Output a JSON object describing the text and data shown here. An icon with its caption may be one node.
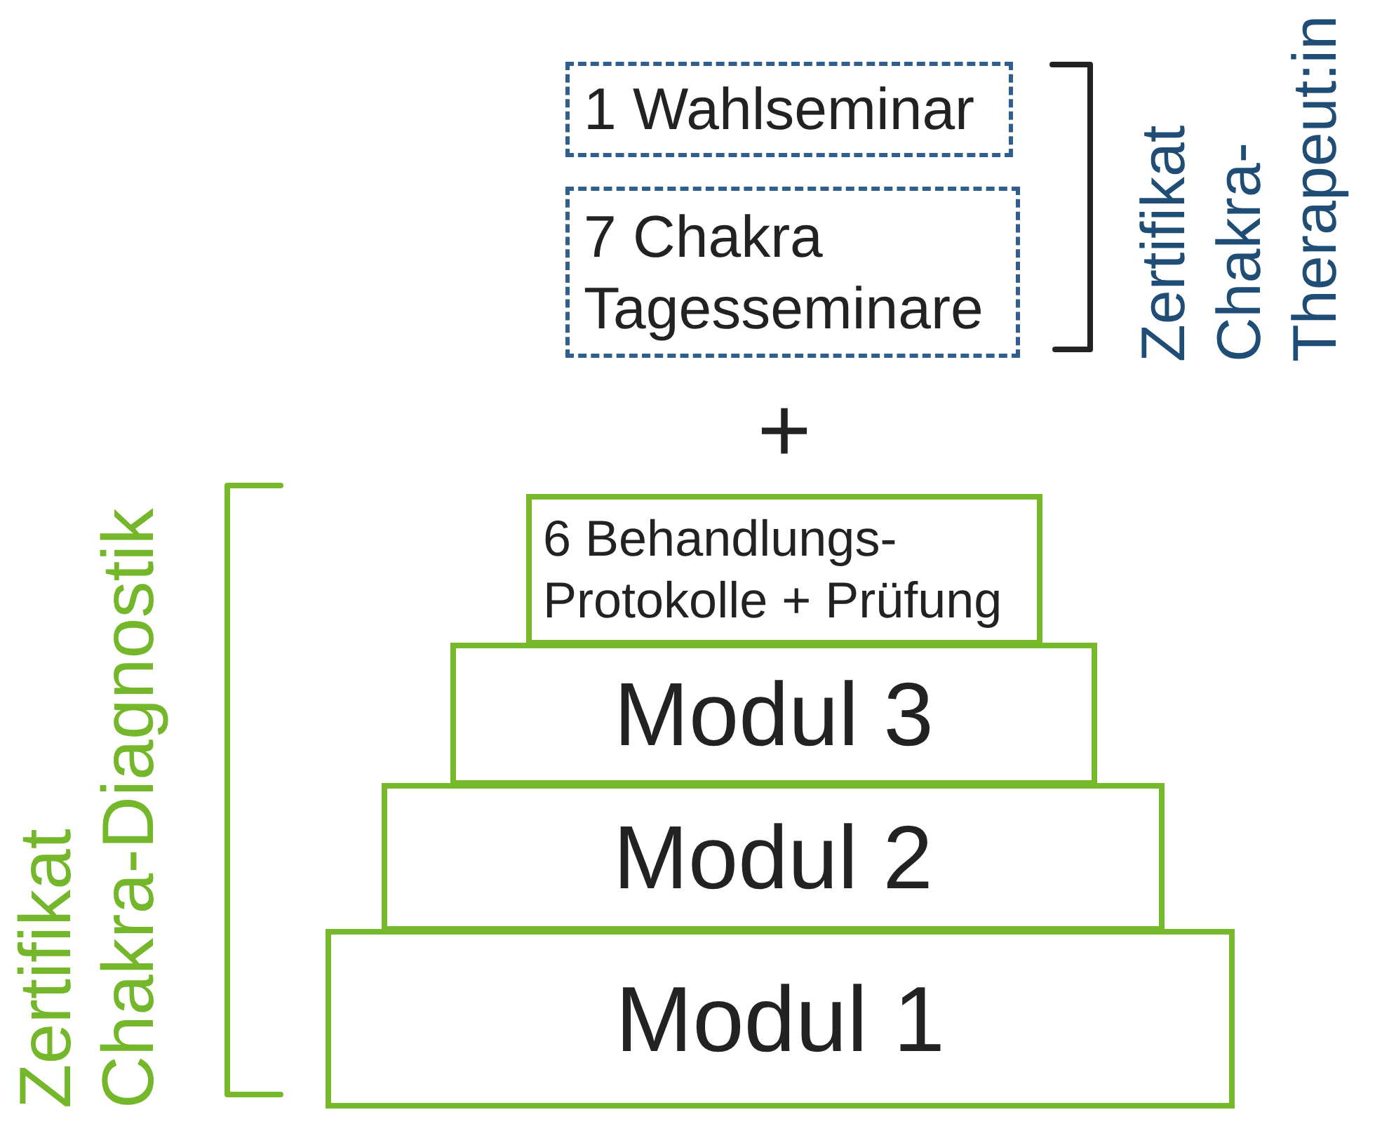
{
  "diagram": {
    "nodes": [
      {
        "text": [
          "1 Wahlseminar"
        ]
      },
      {
        "text": [
          "7 Chakra Tagesseminare"
        ]
      },
      {
        "text": [
          "6 Behandlungs-Protokolle + Prüfung"
        ]
      },
      {
        "text": [
          "Modul 3"
        ]
      },
      {
        "text": [
          "Modul 2"
        ]
      },
      {
        "text": [
          "Modul 1"
        ]
      }
    ],
    "labels": [
      "Zertifikat Chakra-Therapeut:in",
      "+",
      "Zertifikat Chakra-Diagnostik"
    ]
  }
}
